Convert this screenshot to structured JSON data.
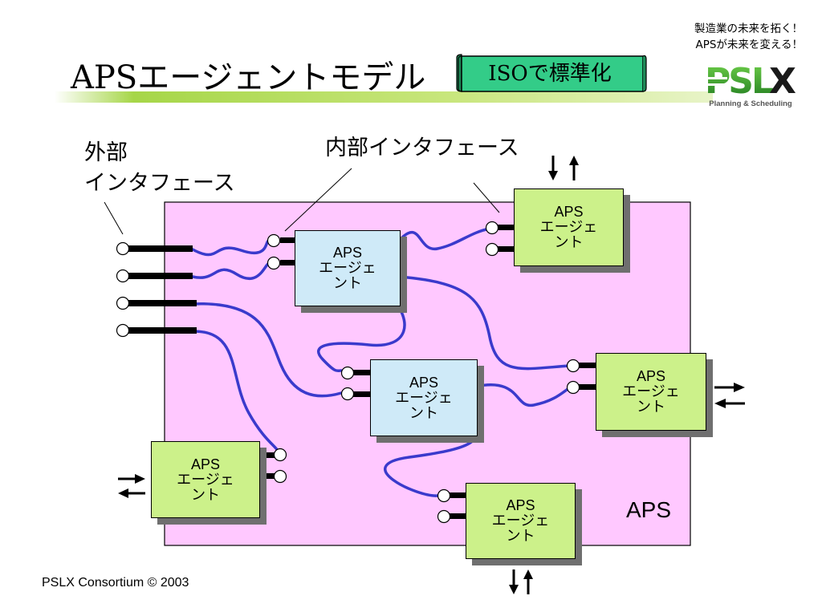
{
  "slide": {
    "title": "APSエージェントモデル",
    "iso_badge": "ISOで標準化",
    "tagline": [
      "製造業の未来を拓く！",
      "APSが未来を変える！"
    ],
    "logo": {
      "text": "PSLX",
      "subtitle": "Planning & Scheduling",
      "color_primary": "#3a9a2a",
      "color_accent": "#1a1a1a"
    },
    "footer": "PSLX Consortium © 2003"
  },
  "diagram": {
    "external_interface_label": [
      "外部",
      "インタフェース"
    ],
    "internal_interface_label": "内部インタフェース",
    "aps_box_label": "APS",
    "colors": {
      "aps_area": "#ffc8ff",
      "internal_agent": "#cfeaf8",
      "edge_agent": "#ccf18a",
      "link": "#3a3acc",
      "banner": "#33cc88"
    },
    "agents": [
      {
        "id": "internal-1",
        "kind": "internal",
        "lines": [
          "APS",
          "エージェ",
          "ント"
        ]
      },
      {
        "id": "internal-2",
        "kind": "internal",
        "lines": [
          "APS",
          "エージェ",
          "ント"
        ]
      },
      {
        "id": "edge-top",
        "kind": "edge",
        "lines": [
          "APS",
          "エージェ",
          "ント"
        ]
      },
      {
        "id": "edge-right",
        "kind": "edge",
        "lines": [
          "APS",
          "エージェ",
          "ント"
        ]
      },
      {
        "id": "edge-bottom",
        "kind": "edge",
        "lines": [
          "APS",
          "エージェ",
          "ント"
        ]
      },
      {
        "id": "edge-left",
        "kind": "edge",
        "lines": [
          "APS",
          "エージェ",
          "ント"
        ]
      }
    ]
  }
}
